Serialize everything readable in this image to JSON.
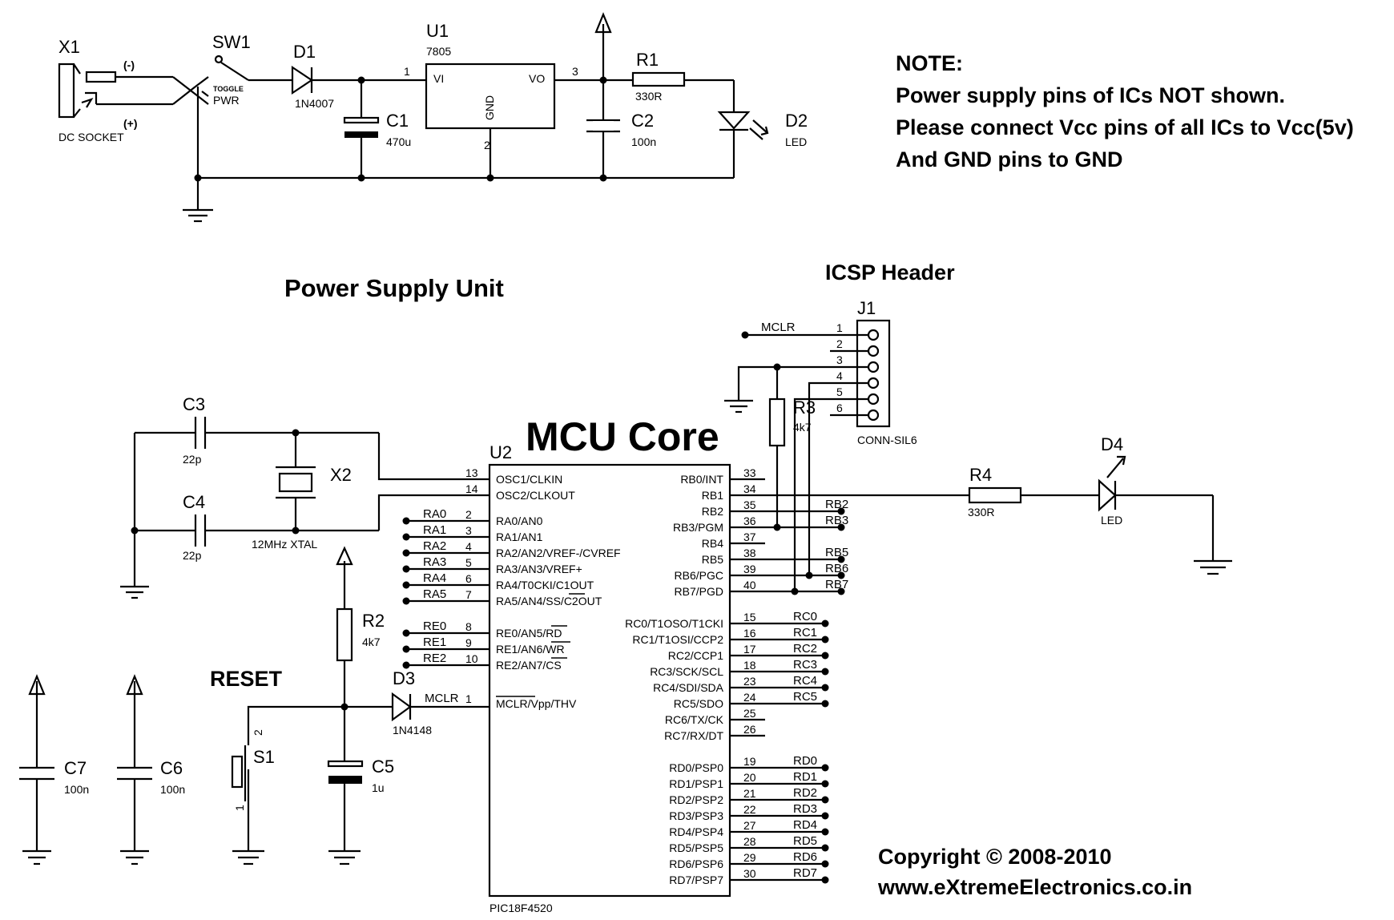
{
  "headings": {
    "power_supply": "Power Supply Unit",
    "icsp": "ICSP Header",
    "mcu_core": "MCU Core",
    "reset": "RESET"
  },
  "note": {
    "title": "NOTE:",
    "line1": "Power supply pins of ICs NOT shown.",
    "line2": "Please connect Vcc pins of all ICs to Vcc(5v)",
    "line3": "And GND pins to GND"
  },
  "copyright": {
    "line1": "Copyright © 2008-2010",
    "line2": "www.eXtremeElectronics.co.in"
  },
  "components": {
    "x1": {
      "ref": "X1",
      "value": "DC SOCKET",
      "minus": "(-)",
      "plus": "(+)"
    },
    "sw1": {
      "ref": "SW1",
      "value": "PWR",
      "sub": "TOGGLE"
    },
    "d1": {
      "ref": "D1",
      "value": "1N4007"
    },
    "c1": {
      "ref": "C1",
      "value": "470u"
    },
    "u1": {
      "ref": "U1",
      "value": "7805",
      "pin_vi": "VI",
      "pin_vo": "VO",
      "pin_gnd": "GND",
      "pin1": "1",
      "pin2": "2",
      "pin3": "3"
    },
    "r1": {
      "ref": "R1",
      "value": "330R"
    },
    "c2": {
      "ref": "C2",
      "value": "100n"
    },
    "d2": {
      "ref": "D2",
      "value": "LED"
    },
    "c3": {
      "ref": "C3",
      "value": "22p"
    },
    "c4": {
      "ref": "C4",
      "value": "22p"
    },
    "x2": {
      "ref": "X2",
      "value": "12MHz XTAL"
    },
    "r2": {
      "ref": "R2",
      "value": "4k7"
    },
    "d3": {
      "ref": "D3",
      "value": "1N4148"
    },
    "s1": {
      "ref": "S1",
      "pin1": "1",
      "pin2": "2"
    },
    "c5": {
      "ref": "C5",
      "value": "1u"
    },
    "c6": {
      "ref": "C6",
      "value": "100n"
    },
    "c7": {
      "ref": "C7",
      "value": "100n"
    },
    "r3": {
      "ref": "R3",
      "value": "4k7"
    },
    "j1": {
      "ref": "J1",
      "value": "CONN-SIL6",
      "pins": [
        "1",
        "2",
        "3",
        "4",
        "5",
        "6"
      ],
      "mclr_net": "MCLR"
    },
    "r4": {
      "ref": "R4",
      "value": "330R"
    },
    "d4": {
      "ref": "D4",
      "value": "LED"
    },
    "u2": {
      "ref": "U2",
      "value": "PIC18F4520"
    }
  },
  "mcu_pins": {
    "left": [
      {
        "num": "13",
        "name": "OSC1/CLKIN",
        "net": ""
      },
      {
        "num": "14",
        "name": "OSC2/CLKOUT",
        "net": ""
      },
      {
        "num": "2",
        "name": "RA0/AN0",
        "net": "RA0"
      },
      {
        "num": "3",
        "name": "RA1/AN1",
        "net": "RA1"
      },
      {
        "num": "4",
        "name": "RA2/AN2/VREF-/CVREF",
        "net": "RA2"
      },
      {
        "num": "5",
        "name": "RA3/AN3/VREF+",
        "net": "RA3"
      },
      {
        "num": "6",
        "name": "RA4/T0CKI/C1OUT",
        "net": "RA4"
      },
      {
        "num": "7",
        "name": "RA5/AN4/SS/C2OUT",
        "net": "RA5"
      },
      {
        "num": "8",
        "name": "RE0/AN5/RD",
        "net": "RE0"
      },
      {
        "num": "9",
        "name": "RE1/AN6/WR",
        "net": "RE1"
      },
      {
        "num": "10",
        "name": "RE2/AN7/CS",
        "net": "RE2"
      },
      {
        "num": "1",
        "name": "MCLR/Vpp/THV",
        "net": "MCLR"
      }
    ],
    "right": [
      {
        "num": "33",
        "name": "RB0/INT",
        "net": ""
      },
      {
        "num": "34",
        "name": "RB1",
        "net": ""
      },
      {
        "num": "35",
        "name": "RB2",
        "net": "RB2"
      },
      {
        "num": "36",
        "name": "RB3/PGM",
        "net": "RB3"
      },
      {
        "num": "37",
        "name": "RB4",
        "net": ""
      },
      {
        "num": "38",
        "name": "RB5",
        "net": "RB5"
      },
      {
        "num": "39",
        "name": "RB6/PGC",
        "net": "RB6"
      },
      {
        "num": "40",
        "name": "RB7/PGD",
        "net": "RB7"
      },
      {
        "num": "15",
        "name": "RC0/T1OSO/T1CKI",
        "net": "RC0"
      },
      {
        "num": "16",
        "name": "RC1/T1OSI/CCP2",
        "net": "RC1"
      },
      {
        "num": "17",
        "name": "RC2/CCP1",
        "net": "RC2"
      },
      {
        "num": "18",
        "name": "RC3/SCK/SCL",
        "net": "RC3"
      },
      {
        "num": "23",
        "name": "RC4/SDI/SDA",
        "net": "RC4"
      },
      {
        "num": "24",
        "name": "RC5/SDO",
        "net": "RC5"
      },
      {
        "num": "25",
        "name": "RC6/TX/CK",
        "net": ""
      },
      {
        "num": "26",
        "name": "RC7/RX/DT",
        "net": ""
      },
      {
        "num": "19",
        "name": "RD0/PSP0",
        "net": "RD0"
      },
      {
        "num": "20",
        "name": "RD1/PSP1",
        "net": "RD1"
      },
      {
        "num": "21",
        "name": "RD2/PSP2",
        "net": "RD2"
      },
      {
        "num": "22",
        "name": "RD3/PSP3",
        "net": "RD3"
      },
      {
        "num": "27",
        "name": "RD4/PSP4",
        "net": "RD4"
      },
      {
        "num": "28",
        "name": "RD5/PSP5",
        "net": "RD5"
      },
      {
        "num": "29",
        "name": "RD6/PSP6",
        "net": "RD6"
      },
      {
        "num": "30",
        "name": "RD7/PSP7",
        "net": "RD7"
      }
    ]
  }
}
